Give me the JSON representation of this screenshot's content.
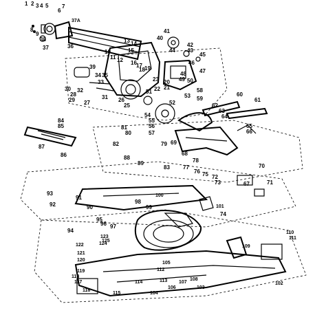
{
  "callouts": [
    {
      "id": "c1",
      "text": "1"
    },
    {
      "id": "c2",
      "text": "2"
    },
    {
      "id": "c3",
      "text": "3"
    },
    {
      "id": "c4",
      "text": "4"
    },
    {
      "id": "c5",
      "text": "5"
    },
    {
      "id": "c6",
      "text": "6"
    },
    {
      "id": "c7",
      "text": "7"
    },
    {
      "id": "c8",
      "text": "8"
    },
    {
      "id": "c9",
      "text": "9"
    },
    {
      "id": "c37a",
      "text": "37A"
    },
    {
      "id": "c36",
      "text": "36"
    },
    {
      "id": "c37",
      "text": "37"
    },
    {
      "id": "c38",
      "text": "38"
    },
    {
      "id": "c40",
      "text": "40"
    },
    {
      "id": "c41",
      "text": "41"
    },
    {
      "id": "c42",
      "text": "42"
    },
    {
      "id": "c43",
      "text": "43"
    },
    {
      "id": "c44",
      "text": "44"
    },
    {
      "id": "c45",
      "text": "45"
    },
    {
      "id": "c46",
      "text": "46"
    },
    {
      "id": "c47",
      "text": "47"
    },
    {
      "id": "c48",
      "text": "48"
    },
    {
      "id": "c49",
      "text": "49"
    },
    {
      "id": "c50",
      "text": "50"
    },
    {
      "id": "c10",
      "text": "10"
    },
    {
      "id": "c11",
      "text": "11"
    },
    {
      "id": "c12",
      "text": "12"
    },
    {
      "id": "c13",
      "text": "13"
    },
    {
      "id": "c14",
      "text": "14"
    },
    {
      "id": "c15",
      "text": "15"
    },
    {
      "id": "c16",
      "text": "16"
    },
    {
      "id": "c17",
      "text": "17"
    },
    {
      "id": "c18",
      "text": "18"
    },
    {
      "id": "c19",
      "text": "19"
    },
    {
      "id": "c20",
      "text": "20"
    },
    {
      "id": "c21",
      "text": "21"
    },
    {
      "id": "c22",
      "text": "22"
    },
    {
      "id": "c23",
      "text": "23"
    },
    {
      "id": "c25",
      "text": "25"
    },
    {
      "id": "c26",
      "text": "26"
    },
    {
      "id": "c27",
      "text": "27"
    },
    {
      "id": "c28",
      "text": "28"
    },
    {
      "id": "c29",
      "text": "29"
    },
    {
      "id": "c30",
      "text": "30"
    },
    {
      "id": "c31",
      "text": "31"
    },
    {
      "id": "c32",
      "text": "32"
    },
    {
      "id": "c33",
      "text": "33"
    },
    {
      "id": "c34",
      "text": "34"
    },
    {
      "id": "c35",
      "text": "35"
    },
    {
      "id": "c39",
      "text": "39"
    },
    {
      "id": "c51",
      "text": "51"
    },
    {
      "id": "c52",
      "text": "52"
    },
    {
      "id": "c53",
      "text": "53"
    },
    {
      "id": "c54",
      "text": "54"
    },
    {
      "id": "c55",
      "text": "55"
    },
    {
      "id": "c56",
      "text": "56"
    },
    {
      "id": "c57",
      "text": "57"
    },
    {
      "id": "c58",
      "text": "58"
    },
    {
      "id": "c59",
      "text": "59"
    },
    {
      "id": "c60",
      "text": "60"
    },
    {
      "id": "c61",
      "text": "61"
    },
    {
      "id": "c62",
      "text": "62"
    },
    {
      "id": "c63",
      "text": "63"
    },
    {
      "id": "c64",
      "text": "64"
    },
    {
      "id": "c65",
      "text": "65"
    },
    {
      "id": "c66",
      "text": "66"
    },
    {
      "id": "c67",
      "text": "67"
    },
    {
      "id": "c68",
      "text": "68"
    },
    {
      "id": "c69",
      "text": "69"
    },
    {
      "id": "c70",
      "text": "70"
    },
    {
      "id": "c71",
      "text": "71"
    },
    {
      "id": "c72",
      "text": "72"
    },
    {
      "id": "c73",
      "text": "73"
    },
    {
      "id": "c74",
      "text": "74"
    },
    {
      "id": "c75",
      "text": "75"
    },
    {
      "id": "c76",
      "text": "76"
    },
    {
      "id": "c77",
      "text": "77"
    },
    {
      "id": "c78",
      "text": "78"
    },
    {
      "id": "c79",
      "text": "79"
    },
    {
      "id": "c80",
      "text": "80"
    },
    {
      "id": "c81",
      "text": "81"
    },
    {
      "id": "c82",
      "text": "82"
    },
    {
      "id": "c83",
      "text": "83"
    },
    {
      "id": "c84",
      "text": "84"
    },
    {
      "id": "c85",
      "text": "85"
    },
    {
      "id": "c86",
      "text": "86"
    },
    {
      "id": "c87",
      "text": "87"
    },
    {
      "id": "c88",
      "text": "88"
    },
    {
      "id": "c89",
      "text": "89"
    },
    {
      "id": "c90",
      "text": "90"
    },
    {
      "id": "c91",
      "text": "91"
    },
    {
      "id": "c92",
      "text": "92"
    },
    {
      "id": "c93",
      "text": "93"
    },
    {
      "id": "c94",
      "text": "94"
    },
    {
      "id": "c95",
      "text": "95"
    },
    {
      "id": "c96",
      "text": "96"
    },
    {
      "id": "c97",
      "text": "97"
    },
    {
      "id": "c98",
      "text": "98"
    },
    {
      "id": "c99",
      "text": "99"
    },
    {
      "id": "c100",
      "text": "100"
    },
    {
      "id": "c101",
      "text": "101"
    },
    {
      "id": "c102",
      "text": "102"
    },
    {
      "id": "c103",
      "text": "103"
    },
    {
      "id": "c104",
      "text": "104"
    },
    {
      "id": "c105",
      "text": "105"
    },
    {
      "id": "c106",
      "text": "106"
    },
    {
      "id": "c107",
      "text": "107"
    },
    {
      "id": "c108",
      "text": "108"
    },
    {
      "id": "c109",
      "text": "109"
    },
    {
      "id": "c110",
      "text": "110"
    },
    {
      "id": "c111",
      "text": "111"
    },
    {
      "id": "c112",
      "text": "112"
    },
    {
      "id": "c113",
      "text": "113"
    },
    {
      "id": "c114",
      "text": "114"
    },
    {
      "id": "c115",
      "text": "115"
    },
    {
      "id": "c116",
      "text": "116"
    },
    {
      "id": "c117",
      "text": "117"
    },
    {
      "id": "c118",
      "text": "118"
    },
    {
      "id": "c119",
      "text": "119"
    },
    {
      "id": "c120",
      "text": "120"
    },
    {
      "id": "c121",
      "text": "121"
    },
    {
      "id": "c122",
      "text": "122"
    },
    {
      "id": "c123",
      "text": "123"
    },
    {
      "id": "c124",
      "text": "124"
    },
    {
      "id": "c125",
      "text": "125"
    }
  ]
}
